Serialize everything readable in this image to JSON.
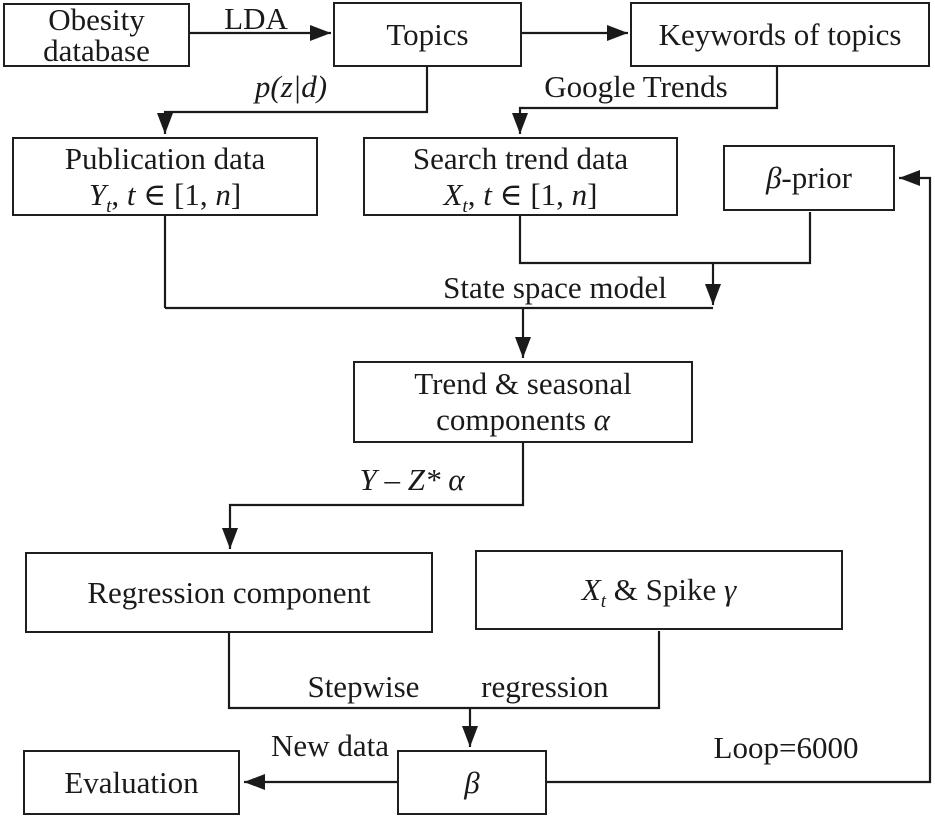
{
  "diagram": {
    "boxes": {
      "obesity": {
        "line1": "Obesity",
        "line2": "database"
      },
      "topics": {
        "label": "Topics"
      },
      "keywords": {
        "label": "Keywords of topics"
      },
      "publication": {
        "title": "Publication data",
        "f_var": "Y",
        "f_sub": "t",
        "f_comma": ", ",
        "f_t": "t",
        "f_rel": " ∈ [1, ",
        "f_n": "n",
        "f_close": "]"
      },
      "search": {
        "title": "Search trend data",
        "f_var": "X",
        "f_sub": "t",
        "f_comma": ", ",
        "f_t": "t",
        "f_rel": " ∈ [1, ",
        "f_n": "n",
        "f_close": "]"
      },
      "beta_prior": {
        "beta": "β",
        "suffix": "-prior"
      },
      "trend": {
        "line1": "Trend & seasonal",
        "line2": "components ",
        "alpha": "α"
      },
      "regression": {
        "label": "Regression component"
      },
      "spike": {
        "x": "X",
        "sub": "t",
        "mid": " & Spike ",
        "gamma": "γ"
      },
      "evaluation": {
        "label": "Evaluation"
      },
      "beta": {
        "label": "β"
      }
    },
    "edge_labels": {
      "lda": "LDA",
      "pzd": "p(z|d)",
      "google_trends": "Google Trends",
      "state_space": "State space model",
      "y_minus_z": "Y – Z* α",
      "stepwise": "Stepwise regression",
      "new_data": "New data",
      "loop": "Loop=6000"
    },
    "colors": {
      "line": "#1a1a1a",
      "background": "#ffffff"
    }
  }
}
